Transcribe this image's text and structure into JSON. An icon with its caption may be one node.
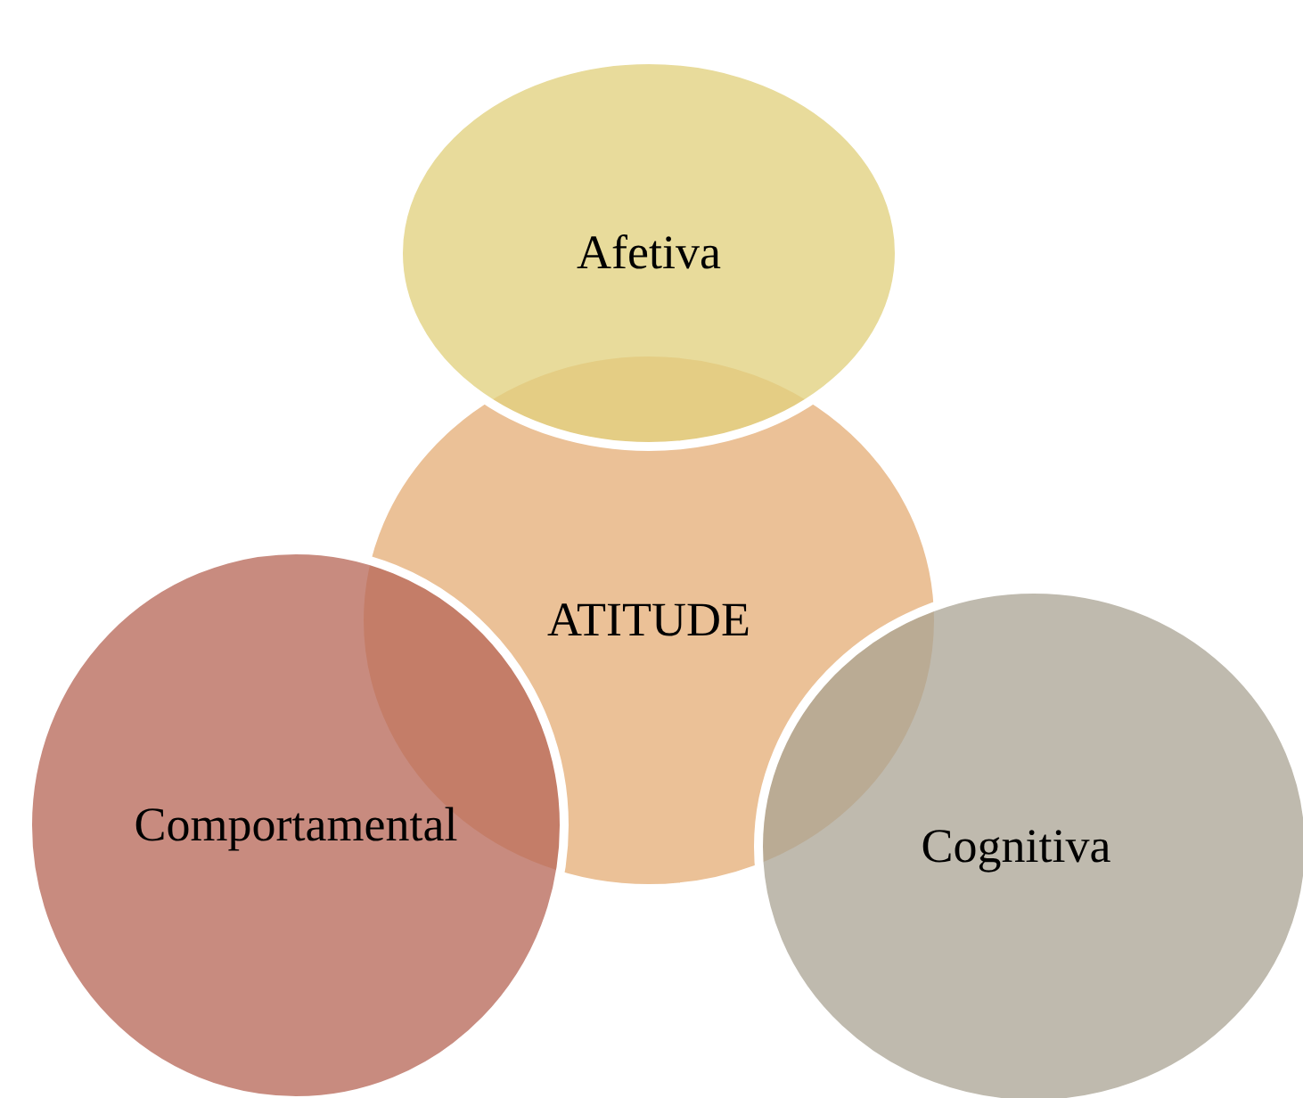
{
  "diagram": {
    "nodes": [
      {
        "text": [
          "Afetiva"
        ]
      },
      {
        "text": [
          "ATITUDE"
        ]
      },
      {
        "text": [
          "Comportamental"
        ]
      },
      {
        "text": [
          "Cognitiva"
        ]
      }
    ]
  }
}
